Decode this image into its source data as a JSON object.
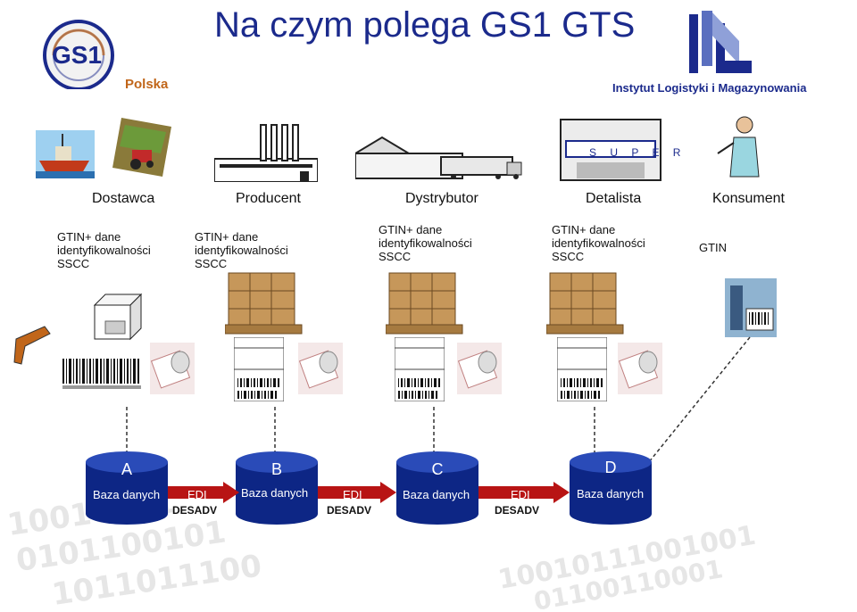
{
  "header": {
    "title": "Na czym polega GS1 GTS",
    "gs1_logo": {
      "text": "GS1",
      "subtitle": "Polska"
    },
    "ilm_logo": {
      "text": "Instytut Logistyki i Magazynowania"
    }
  },
  "roles": [
    "Dostawca",
    "Producent",
    "Dystrybutor",
    "Detalista",
    "Konsument"
  ],
  "super_sign": "S U P E R",
  "info_blocks": [
    {
      "line1": "GTIN+ dane",
      "line2": "identyfikowalności",
      "line3": "SSCC"
    },
    {
      "line1": "GTIN+ dane",
      "line2": "identyfikowalności",
      "line3": "SSCC"
    },
    {
      "line1": "GTIN+ dane",
      "line2": "identyfikowalności",
      "line3": "SSCC"
    },
    {
      "line1": "GTIN+ dane",
      "line2": "identyfikowalności",
      "line3": "SSCC"
    },
    {
      "line1": "GTIN"
    }
  ],
  "databases": [
    {
      "letter": "A",
      "label": "Baza danych"
    },
    {
      "letter": "B",
      "label": "Baza danych"
    },
    {
      "letter": "C",
      "label": "Baza danych"
    },
    {
      "letter": "D",
      "label": "Baza danych"
    }
  ],
  "edi_links": [
    {
      "edi": "EDI",
      "desadv": "DESADV"
    },
    {
      "edi": "EDI",
      "desadv": "DESADV"
    },
    {
      "edi": "EDI",
      "desadv": "DESADV"
    }
  ],
  "colors": {
    "title": "#1b2a8c",
    "cylinder": "#0d2685",
    "cylinder_top": "#2a4bb8",
    "arrow": "#b81414",
    "gs1_orange": "#c1661a"
  },
  "icons": [
    "fishing-boat-icon",
    "farm-tractor-icon",
    "factory-icon",
    "warehouse-truck-icon",
    "supermarket-icon",
    "consumer-woman-icon",
    "barcode-scanner-icon",
    "pallet-icon",
    "label-printer-icon",
    "sscc-label-icon",
    "retail-barcode-icon"
  ]
}
